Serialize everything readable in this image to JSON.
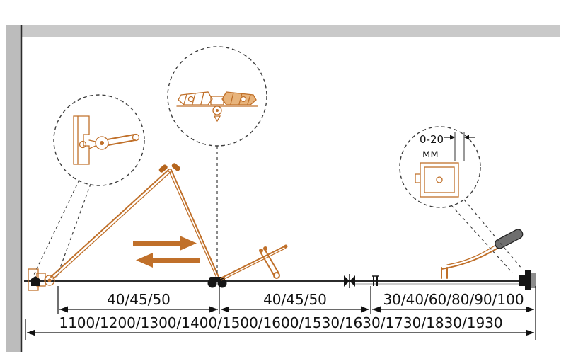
{
  "diagram": {
    "detail_gap": {
      "range": "0-20",
      "unit": "мм"
    },
    "dimensions": {
      "segment1": "40/45/50",
      "segment2": "40/45/50",
      "segment3": "30/40/60/80/90/100",
      "overall": "1100/1200/1300/1400/1500/1600/1530/1630/1730/1830/1930"
    },
    "colors": {
      "accent": "#c0702a",
      "line": "#1d1d1d",
      "wall_fill": "#c3c3c3",
      "grip": "#6e6e6e"
    }
  }
}
